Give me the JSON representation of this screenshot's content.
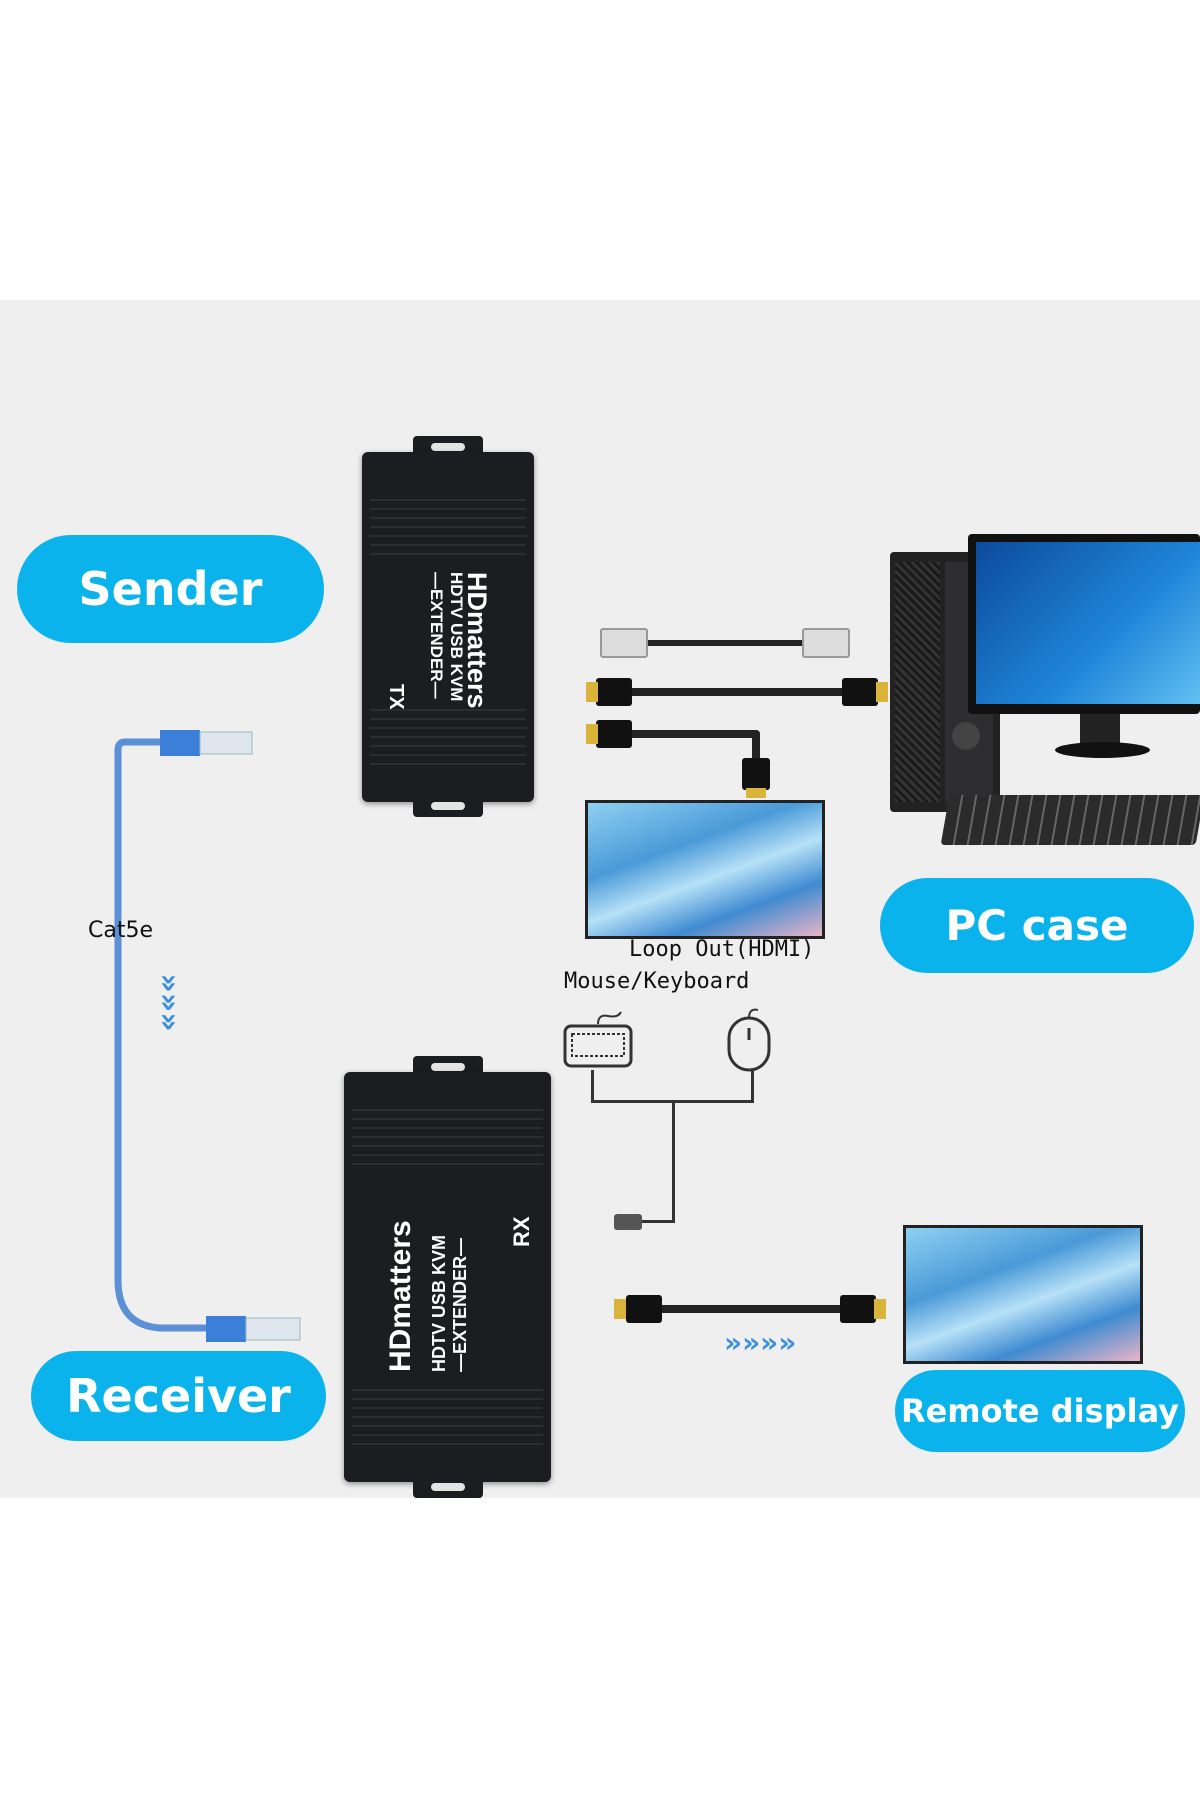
{
  "labels": {
    "sender": "Sender",
    "receiver": "Receiver",
    "pc_case": "PC case",
    "remote_display": "Remote display",
    "cable_type": "Cat5e",
    "loop_out": "Loop Out(HDMI)",
    "mouse_keyboard": "Mouse/Keyboard"
  },
  "tx_device": {
    "brand": "HDmatters",
    "model": "HDTV USB KVM",
    "type": "—EXTENDER—",
    "unit": "TX"
  },
  "rx_device": {
    "brand": "HDmatters",
    "model": "HDTV USB KVM",
    "type": "—EXTENDER—",
    "unit": "RX"
  },
  "symbols": {
    "down_arrows": "»»»",
    "right_arrows": "»»»»"
  },
  "colors": {
    "accent": "#0bb3ec",
    "cable": "#5b8fd6"
  }
}
